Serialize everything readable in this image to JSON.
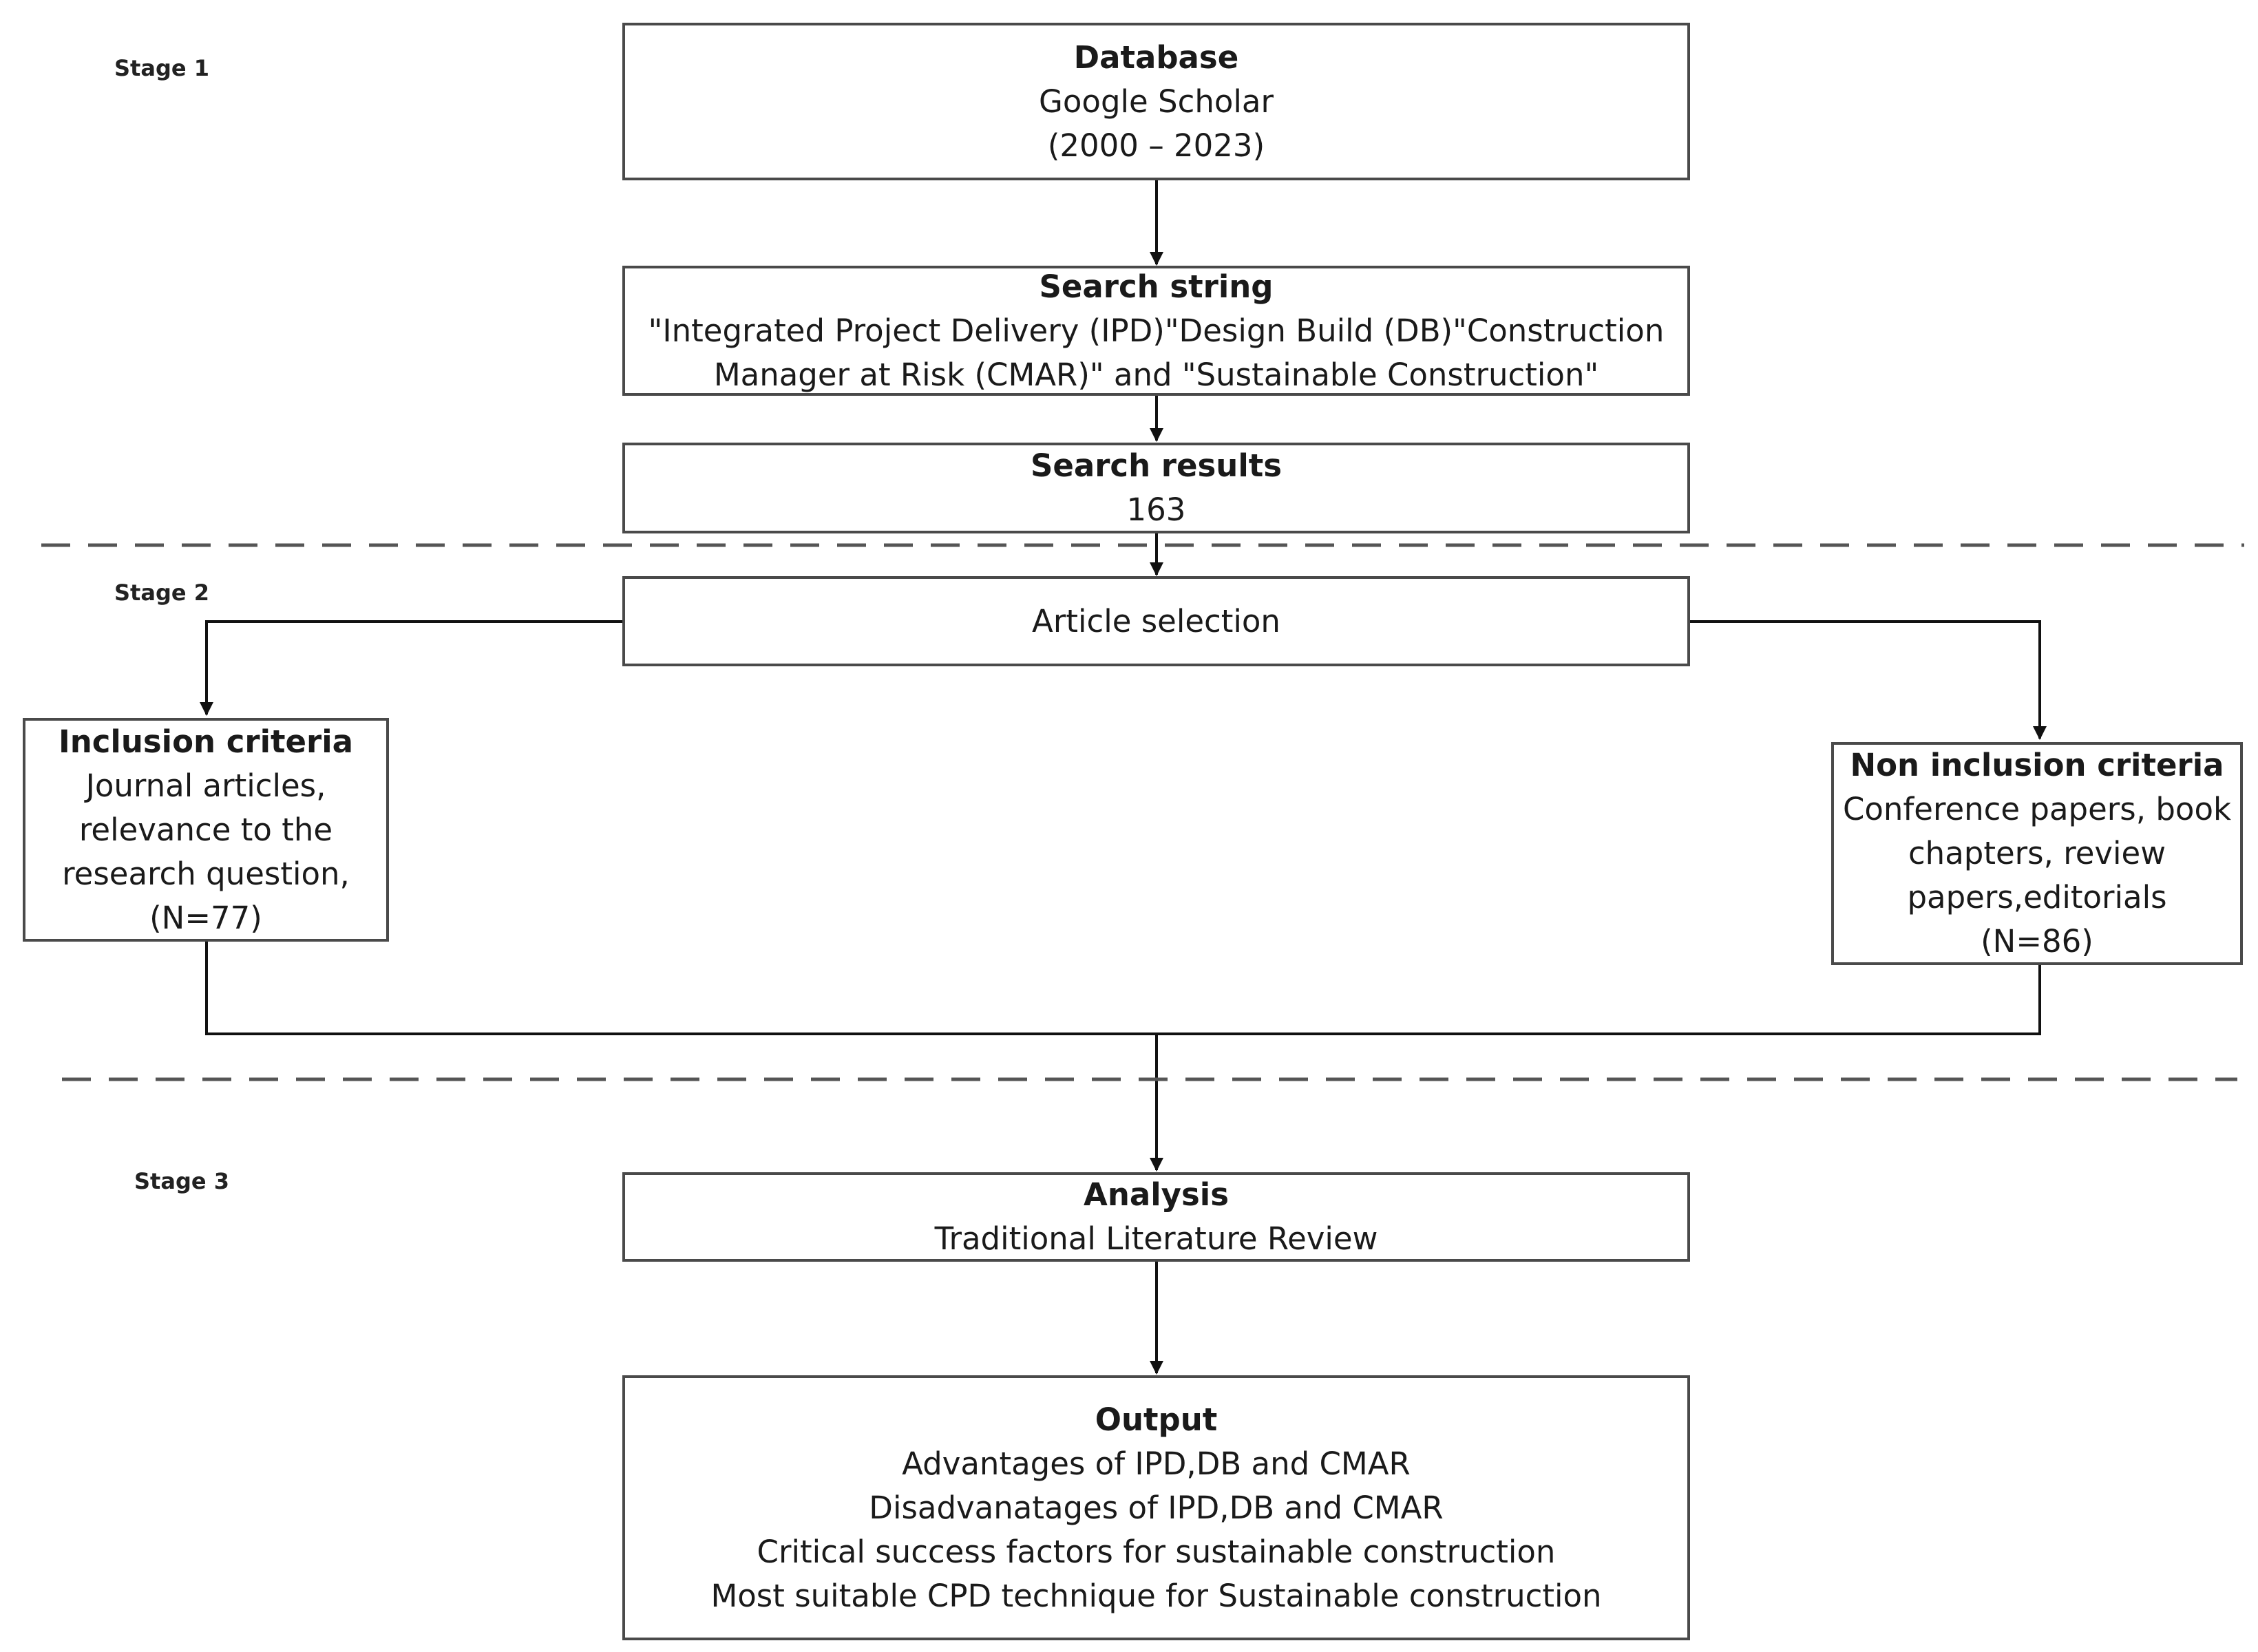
{
  "stages": [
    "Stage 1",
    "Stage 2",
    "Stage 3"
  ],
  "database": {
    "title": "Database",
    "lines": [
      "Google Scholar",
      "(2000 – 2023)"
    ]
  },
  "search_string": {
    "title": "Search string",
    "lines": [
      "\"Integrated Project Delivery (IPD)\"Design Build (DB)\"Construction",
      "Manager at Risk (CMAR)\" and \"Sustainable Construction\""
    ]
  },
  "search_results": {
    "title": "Search results",
    "lines": [
      "163"
    ]
  },
  "article_selection": {
    "title": "",
    "lines": [
      "Article selection"
    ]
  },
  "inclusion": {
    "title": "Inclusion criteria",
    "lines": [
      "Journal articles,",
      "relevance to the",
      "research question,",
      "(N=77)"
    ]
  },
  "non_inclusion": {
    "title": "Non inclusion criteria",
    "lines": [
      "Conference papers, book",
      "chapters, review",
      "papers,editorials",
      "(N=86)"
    ]
  },
  "analysis": {
    "title": "Analysis",
    "lines": [
      "Traditional Literature Review"
    ]
  },
  "output": {
    "title": "Output",
    "lines": [
      "Advantages of IPD,DB and CMAR",
      "Disadvanatages of IPD,DB and CMAR",
      "Critical success factors for sustainable construction",
      "Most suitable CPD technique for Sustainable construction"
    ]
  }
}
